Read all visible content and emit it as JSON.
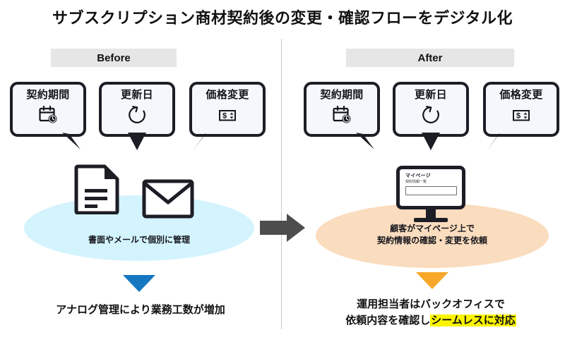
{
  "title": "サブスクリプション商材契約後の変更・確認フローをデジタル化",
  "colors": {
    "before_ellipse": "#d3f3fd",
    "after_ellipse": "#fadcbe",
    "before_arrow": "#1577c0",
    "after_arrow": "#f7a72a",
    "highlight": "#fbf500",
    "callout_fill": "#f4f7fc",
    "callout_border": "#1d1d26",
    "section_bar": "#e6e6e6",
    "center_arrow": "#4d4d4d"
  },
  "sections": {
    "before": {
      "header": "Before",
      "callouts": [
        {
          "label": "契約期間",
          "icon": "calendar-clock-icon",
          "tail": "down-right"
        },
        {
          "label": "更新日",
          "icon": "refresh-circle-icon",
          "tail": "down-center"
        },
        {
          "label": "価格変更",
          "icon": "price-change-icon",
          "tail": "down-left"
        }
      ],
      "artifacts": [
        {
          "icon": "document-icon"
        },
        {
          "icon": "envelope-icon"
        }
      ],
      "ellipse_text": "書面やメールで個別に管理",
      "conclusion": "アナログ管理により業務工数が増加"
    },
    "after": {
      "header": "After",
      "callouts": [
        {
          "label": "契約期間",
          "icon": "calendar-clock-icon",
          "tail": "down-right"
        },
        {
          "label": "更新日",
          "icon": "refresh-circle-icon",
          "tail": "down-center"
        },
        {
          "label": "価格変更",
          "icon": "price-change-icon",
          "tail": "down-left"
        }
      ],
      "monitor": {
        "icon": "desktop-monitor-icon",
        "screen_title": "マイページ",
        "screen_subtitle": "契約情報一覧",
        "screen_field_value": ""
      },
      "ellipse_text_line1": "顧客がマイページ上で",
      "ellipse_text_line2": "契約情報の確認・変更を依頼",
      "conclusion_line1": "運用担当者はバックオフィスで",
      "conclusion_line2_plain": "依頼内容を確認し",
      "conclusion_line2_highlight": "シームレスに対応"
    }
  },
  "center": {
    "icon": "right-arrow-icon"
  }
}
